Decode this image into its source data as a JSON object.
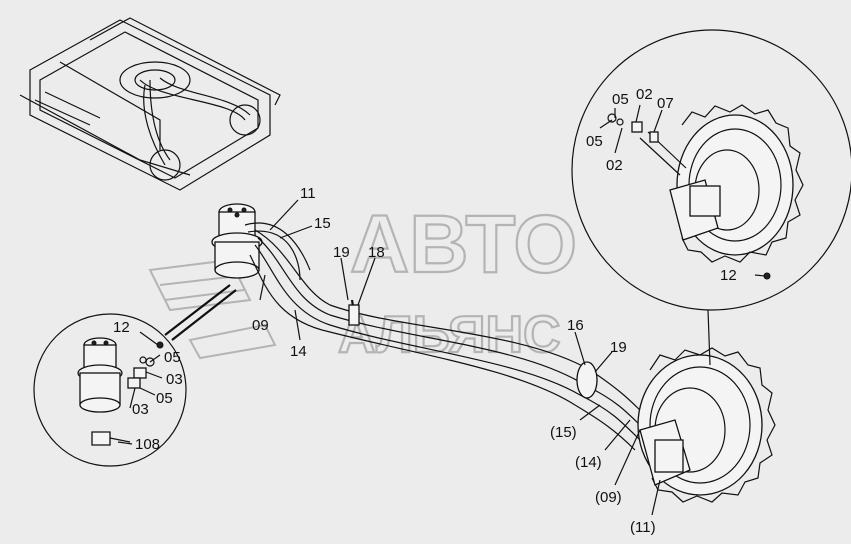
{
  "watermark": {
    "line1": "АВТО",
    "line2": "АЛЬЯНС"
  },
  "labels": {
    "l11_top": "11",
    "l15_top": "15",
    "l19_top": "19",
    "l18": "18",
    "l09": "09",
    "l14": "14",
    "l16": "16",
    "l19_mid": "19",
    "l15_paren": "(15)",
    "l14_paren": "(14)",
    "l09_paren": "(09)",
    "l11_paren": "(11)",
    "r05a": "05",
    "r02a": "02",
    "r07": "07",
    "r05b": "05",
    "r02b": "02",
    "r12": "12",
    "c12": "12",
    "c05a": "05",
    "c03a": "03",
    "c03b": "03",
    "c05b": "05",
    "c108": "108"
  }
}
